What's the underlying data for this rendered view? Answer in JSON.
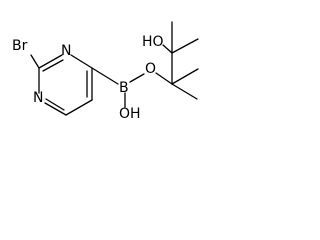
{
  "molecule": {
    "atom_labels": {
      "bromine": "Br",
      "nitrogen_top": "N",
      "nitrogen_bottom": "N",
      "boron": "B",
      "oxygen_ester": "O",
      "hydroxyl_boron": "OH",
      "hydroxyl_carbon": "HO"
    }
  }
}
